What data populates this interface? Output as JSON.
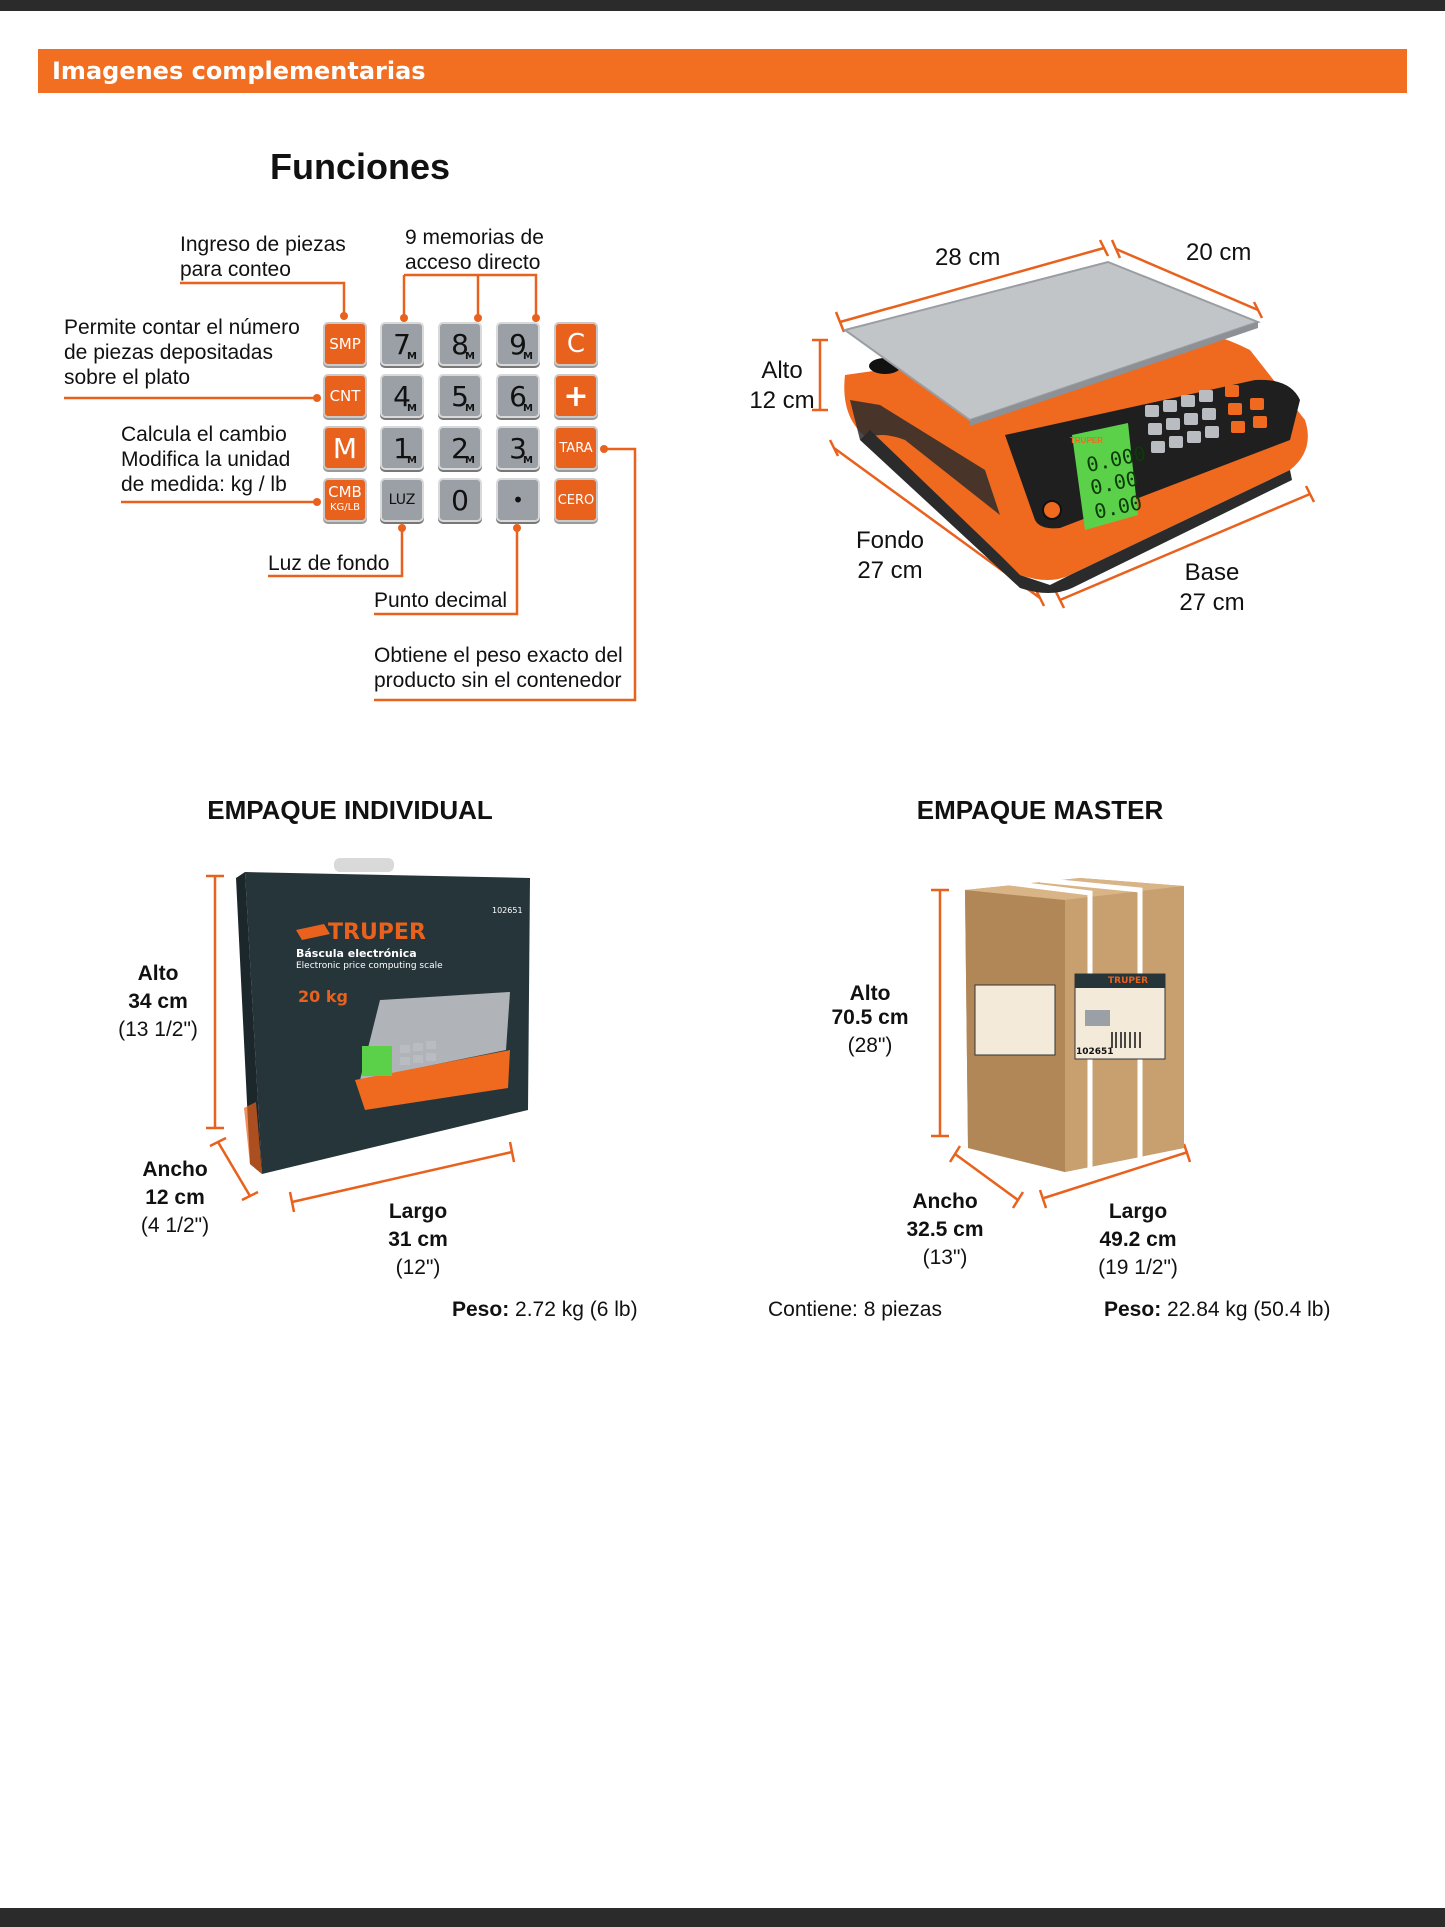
{
  "header": {
    "title": "Imagenes complementarias"
  },
  "functions": {
    "title": "Funciones",
    "label_smp": [
      "Ingreso de piezas",
      "para conteo"
    ],
    "label_memories": [
      "9 memorias de",
      "acceso directo"
    ],
    "label_cnt": [
      "Permite contar el número",
      "de piezas depositadas",
      "sobre el plato"
    ],
    "label_cmb": [
      "Calcula el cambio",
      "Modifica la unidad",
      "de medida: kg / lb"
    ],
    "label_luz": "Luz de fondo",
    "label_point": "Punto decimal",
    "label_tara": [
      "Obtiene el peso exacto del",
      "producto sin el contenedor"
    ],
    "keys": {
      "smp": "SMP",
      "cnt": "CNT",
      "m": "M",
      "cmb": "CMB",
      "cmb_sub": "KG/LB",
      "n7": "7",
      "n8": "8",
      "n9": "9",
      "n4": "4",
      "n5": "5",
      "n6": "6",
      "n1": "1",
      "n2": "2",
      "n3": "3",
      "m_sub": "M",
      "luz": "LUZ",
      "n0": "0",
      "point": "•",
      "c": "C",
      "plus": "+",
      "tara": "TARA",
      "cero": "CERO"
    }
  },
  "scale_dims": {
    "largo": "28 cm",
    "ancho": "20 cm",
    "alto": [
      "Alto",
      "12 cm"
    ],
    "fondo": [
      "Fondo",
      "27 cm"
    ],
    "base": [
      "Base",
      "27 cm"
    ],
    "brand": "TRUPER",
    "display": [
      "0.000",
      "0.00",
      "0.00"
    ]
  },
  "individual": {
    "title": "EMPAQUE INDIVIDUAL",
    "alto": [
      "Alto",
      "34 cm",
      "(13 1/2\")"
    ],
    "ancho": [
      "Ancho",
      "12 cm",
      "(4 1/2\")"
    ],
    "largo": [
      "Largo",
      "31 cm",
      "(12\")"
    ],
    "peso_label": "Peso:",
    "peso_value": "2.72 kg (6 lb)",
    "box": {
      "brand": "TRUPER",
      "model": "102651",
      "name": "Báscula electrónica",
      "name_en": "Electronic price computing scale",
      "capacity": "20 kg"
    }
  },
  "master": {
    "title": "EMPAQUE MASTER",
    "alto": [
      "Alto",
      "70.5 cm",
      "(28\")"
    ],
    "ancho": [
      "Ancho",
      "32.5 cm",
      "(13\")"
    ],
    "largo": [
      "Largo",
      "49.2 cm",
      "(19 1/2\")"
    ],
    "contiene": "Contiene: 8 piezas",
    "peso_label": "Peso:",
    "peso_value": "22.84 kg (50.4 lb)",
    "box": {
      "brand": "TRUPER",
      "model": "102651"
    }
  },
  "colors": {
    "accent": "#f26f21",
    "dark": "#2b2b2b",
    "key_gray": "#9aa0a6",
    "cardboard": "#c49a6c",
    "lcd": "#5bd14a"
  }
}
